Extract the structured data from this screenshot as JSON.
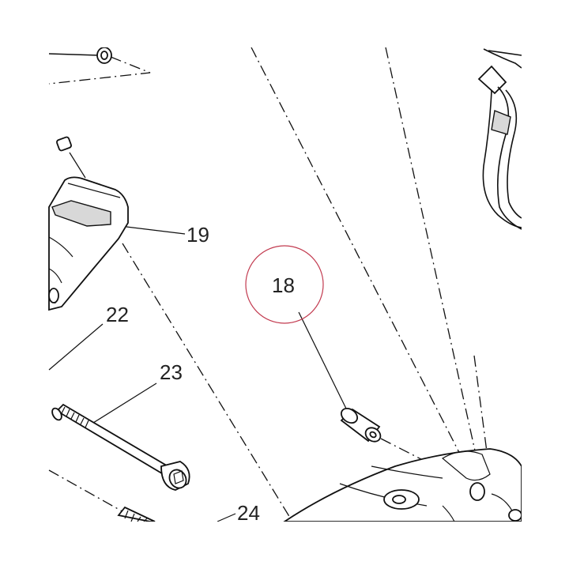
{
  "callouts": [
    {
      "id": "19",
      "label": "19"
    },
    {
      "id": "18",
      "label": "18"
    },
    {
      "id": "22",
      "label": "22"
    },
    {
      "id": "23",
      "label": "23"
    },
    {
      "id": "24",
      "label": "24"
    }
  ],
  "highlight": {
    "target": "18",
    "color": "#c23a4f"
  }
}
